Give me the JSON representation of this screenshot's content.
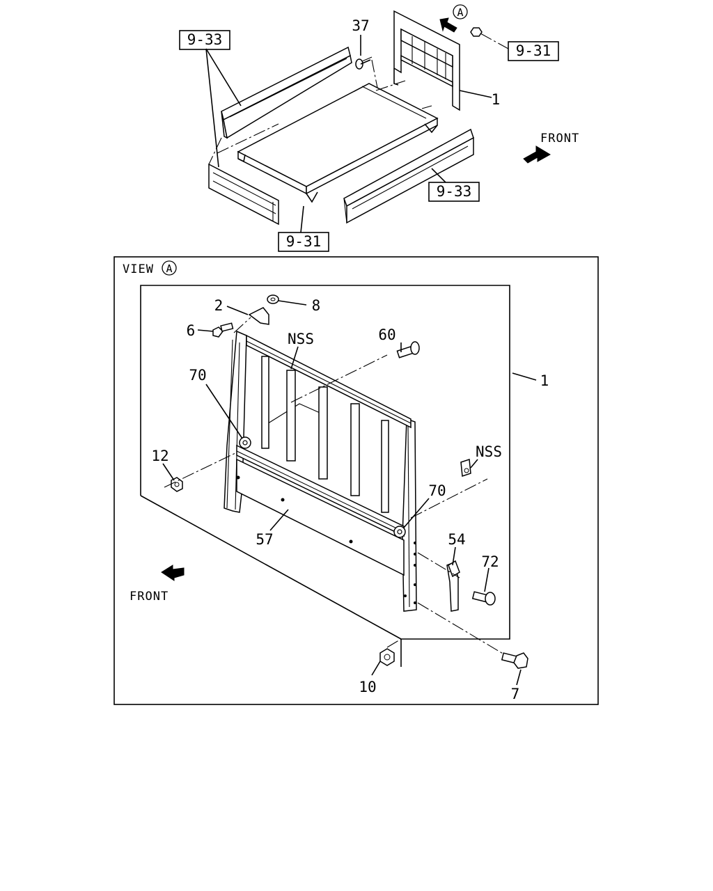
{
  "diagram": {
    "top_view": {
      "ref_boxes": {
        "side_rear_top_left": "9-33",
        "side_front_right": "9-33",
        "rail_right": "9-31",
        "bed_bottom": "9-31"
      },
      "callouts": {
        "bolt": "37",
        "guard": "1"
      },
      "view_marker": "A",
      "front_label": "FRONT"
    },
    "detail_view": {
      "title_prefix": "VIEW",
      "title_marker": "A",
      "front_label": "FRONT",
      "callouts": {
        "p2": "2",
        "p8": "8",
        "p6": "6",
        "nss_top": "NSS",
        "p60": "60",
        "p70_left": "70",
        "p1": "1",
        "p12": "12",
        "nss_right": "NSS",
        "p70_right": "70",
        "p57": "57",
        "p54": "54",
        "p72": "72",
        "p10": "10",
        "p7": "7"
      }
    }
  }
}
